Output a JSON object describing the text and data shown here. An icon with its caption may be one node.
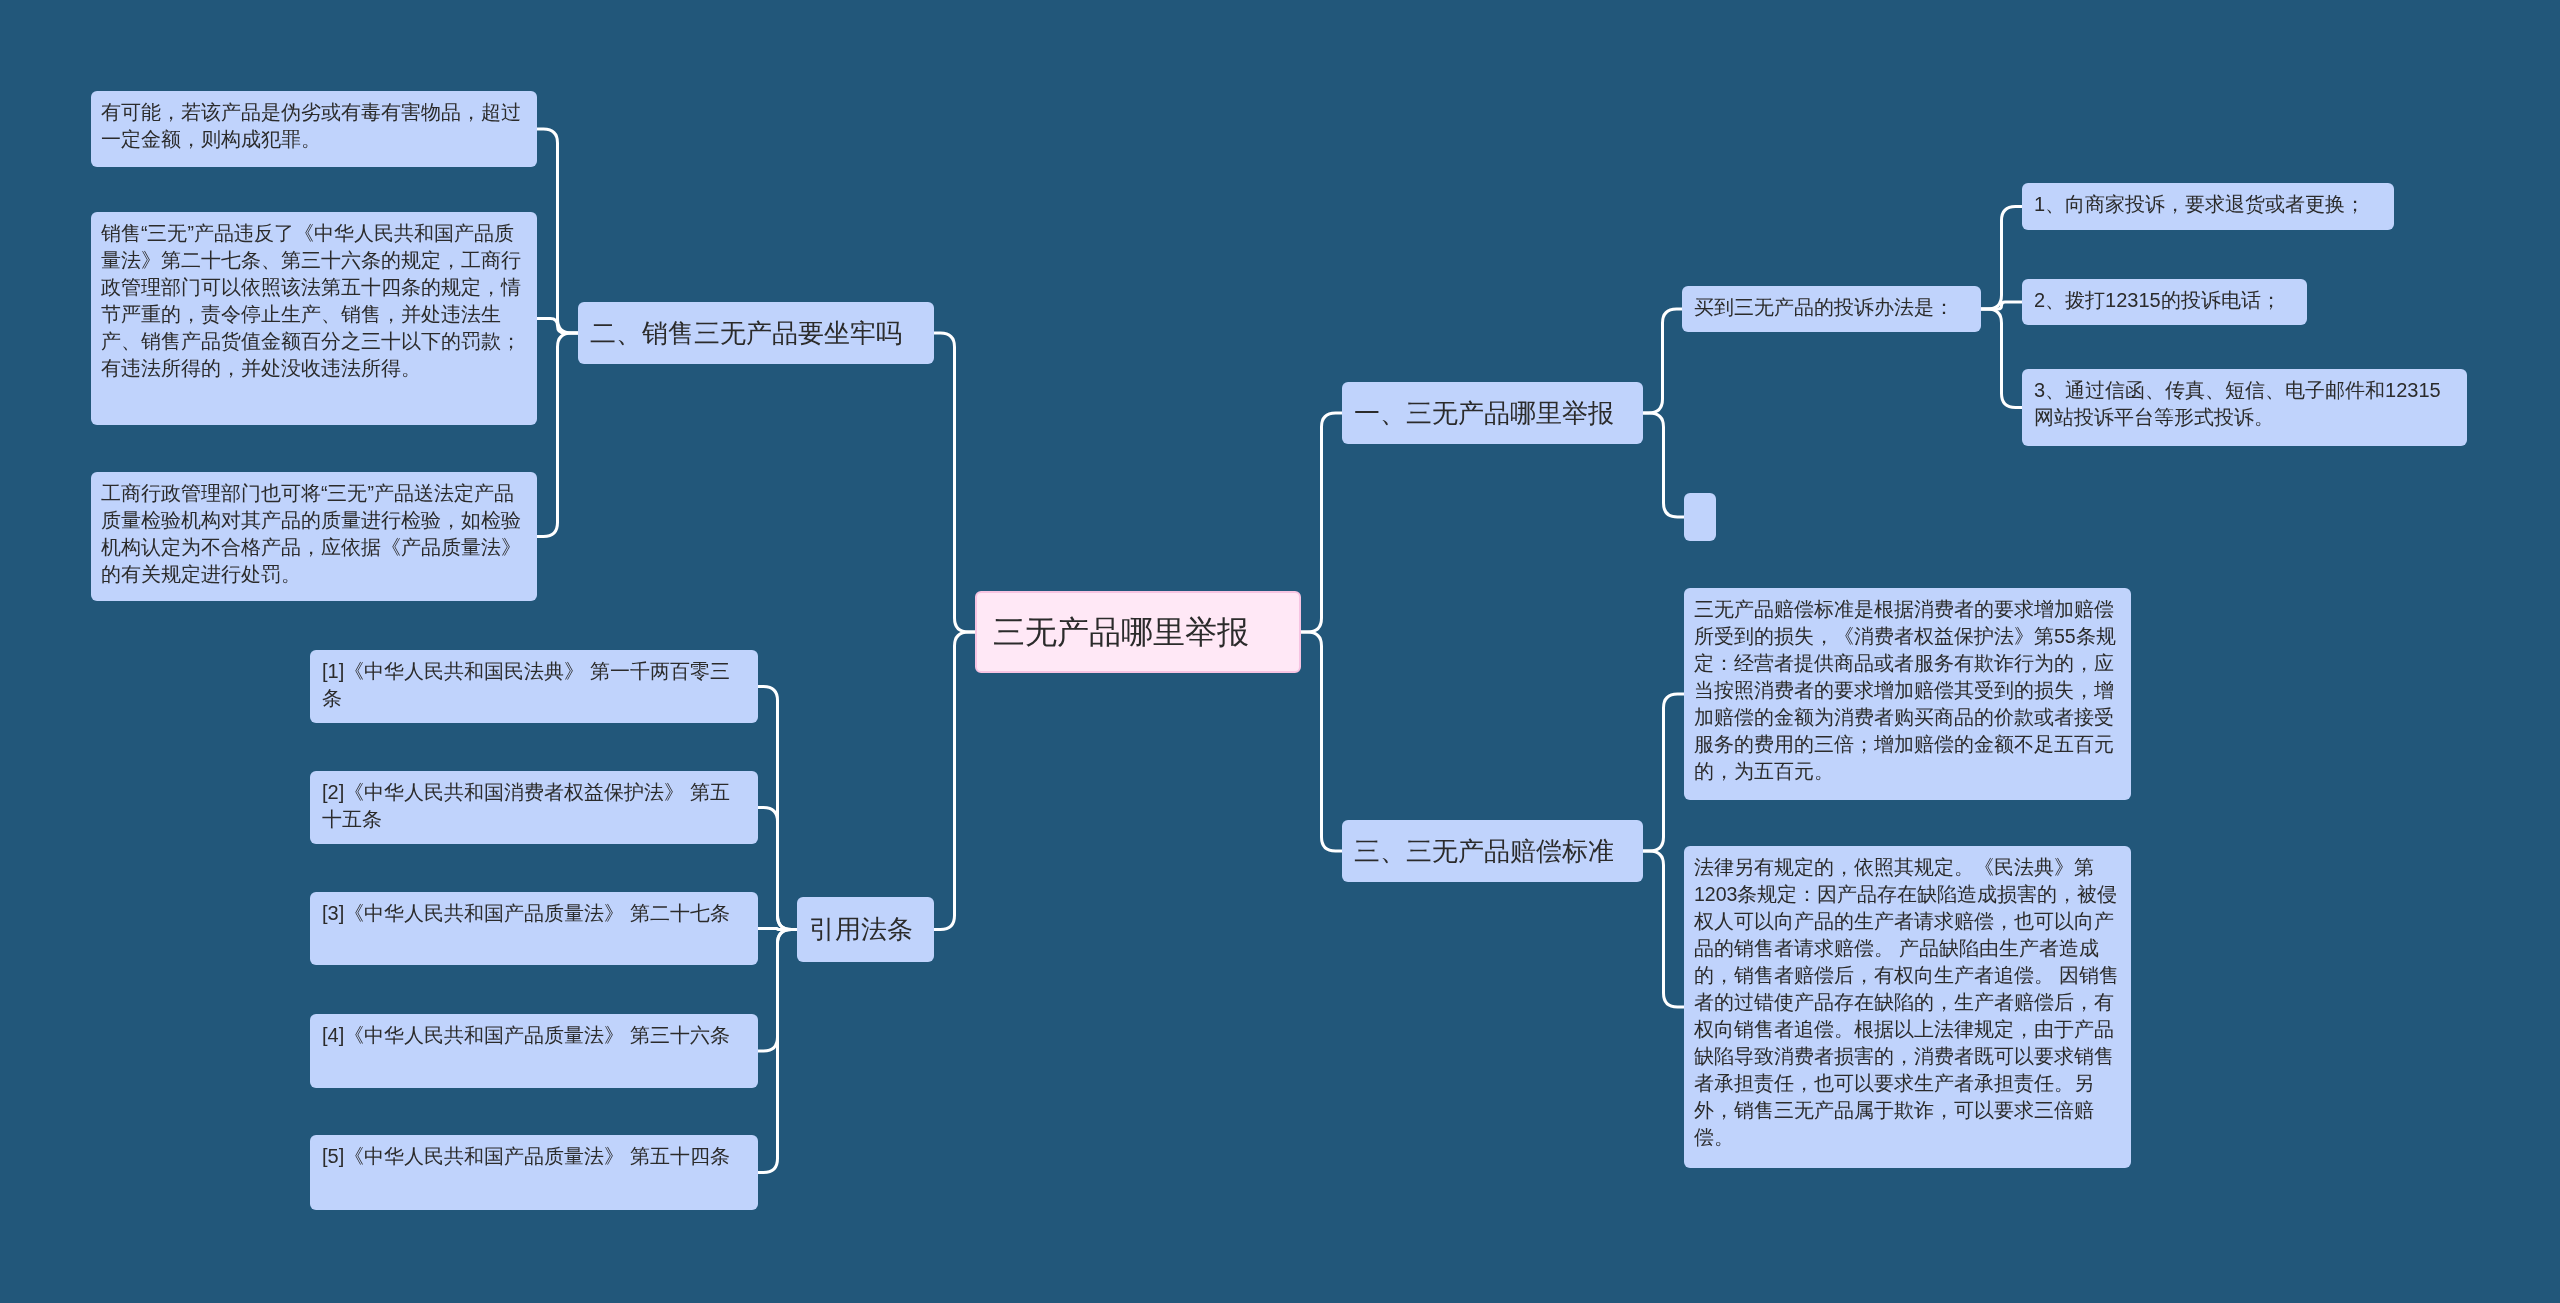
{
  "diagram": {
    "nodes": [
      {
        "text": [
          "三无产品哪里举报"
        ]
      },
      {
        "text": [
          "一、三无产品哪里举报"
        ]
      },
      {
        "text": [
          "买到三无产品的投诉办法是："
        ]
      },
      {
        "text": [
          "1、向商家投诉，要求退货或者更换；"
        ]
      },
      {
        "text": [
          "2、拨打12315的投诉电话；"
        ]
      },
      {
        "text": [
          "3、通过信函、传真、短信、电子邮件和12315网站投诉平台等形式投诉。"
        ]
      },
      {
        "text": [],
        "shape": "box"
      },
      {
        "text": [
          "三、三无产品赔偿标准"
        ]
      },
      {
        "text": [
          "三无产品赔偿标准是根据消费者的要求增加赔偿所受到的损失，《消费者权益保护法》第55条规定：经营者提供商品或者服务有欺诈行为的，应当按照消费者的要求增加赔偿其受到的损失，增加赔偿的金额为消费者购买商品的价款或者接受服务的费用的三倍；增加赔偿的金额不足五百元的，为五百元。"
        ]
      },
      {
        "text": [
          "法律另有规定的，依照其规定。《民法典》第1203条规定：因产品存在缺陷造成损害的，被侵权人可以向产品的生产者请求赔偿，也可以向产品的销售者请求赔偿。 产品缺陷由生产者造成的，销售者赔偿后，有权向生产者追偿。 因销售者的过错使产品存在缺陷的，生产者赔偿后，有权向销售者追偿。根据以上法律规定，由于产品缺陷导致消费者损害的，消费者既可以要求销售者承担责任，也可以要求生产者承担责任。另外，销售三无产品属于欺诈，可以要求三倍赔偿。"
        ]
      },
      {
        "text": [
          "二、销售三无产品要坐牢吗"
        ]
      },
      {
        "text": [
          "有可能，若该产品是伪劣或有毒有害物品，超过一定金额，则构成犯罪。"
        ]
      },
      {
        "text": [
          "销售“三无”产品违反了《中华人民共和国产品质量法》第二十七条、第三十六条的规定，工商行政管理部门可以依照该法第五十四条的规定，情节严重的，责令停止生产、销售，并处违法生产、销售产品货值金额百分之三十以下的罚款；有违法所得的，并处没收违法所得。"
        ]
      },
      {
        "text": [
          "工商行政管理部门也可将“三无”产品送法定产品质量检验机构对其产品的质量进行检验，如检验机构认定为不合格产品，应依据《产品质量法》的有关规定进行处罚。"
        ]
      },
      {
        "text": [
          "引用法条"
        ]
      },
      {
        "text": [
          "[1]《中华人民共和国民法典》 第一千两百零三条"
        ]
      },
      {
        "text": [
          "[2]《中华人民共和国消费者权益保护法》 第五十五条"
        ]
      },
      {
        "text": [
          "[3]《中华人民共和国产品质量法》 第二十七条"
        ]
      },
      {
        "text": [
          "[4]《中华人民共和国产品质量法》 第三十六条"
        ]
      },
      {
        "text": [
          "[5]《中华人民共和国产品质量法》 第五十四条"
        ]
      }
    ],
    "edges": [
      {
        "from": 0,
        "to": 1,
        "arrow": "none"
      },
      {
        "from": 0,
        "to": 7,
        "arrow": "none"
      },
      {
        "from": 0,
        "to": 10,
        "arrow": "none"
      },
      {
        "from": 0,
        "to": 14,
        "arrow": "none"
      },
      {
        "from": 1,
        "to": 2,
        "arrow": "none"
      },
      {
        "from": 1,
        "to": 6,
        "arrow": "none"
      },
      {
        "from": 2,
        "to": 3,
        "arrow": "none"
      },
      {
        "from": 2,
        "to": 4,
        "arrow": "none"
      },
      {
        "from": 2,
        "to": 5,
        "arrow": "none"
      },
      {
        "from": 7,
        "to": 8,
        "arrow": "none"
      },
      {
        "from": 7,
        "to": 9,
        "arrow": "none"
      },
      {
        "from": 10,
        "to": 11,
        "arrow": "none"
      },
      {
        "from": 10,
        "to": 12,
        "arrow": "none"
      },
      {
        "from": 10,
        "to": 13,
        "arrow": "none"
      },
      {
        "from": 14,
        "to": 15,
        "arrow": "none"
      },
      {
        "from": 14,
        "to": 16,
        "arrow": "none"
      },
      {
        "from": 14,
        "to": 17,
        "arrow": "none"
      },
      {
        "from": 14,
        "to": 18,
        "arrow": "none"
      },
      {
        "from": 14,
        "to": 19,
        "arrow": "none"
      }
    ]
  }
}
